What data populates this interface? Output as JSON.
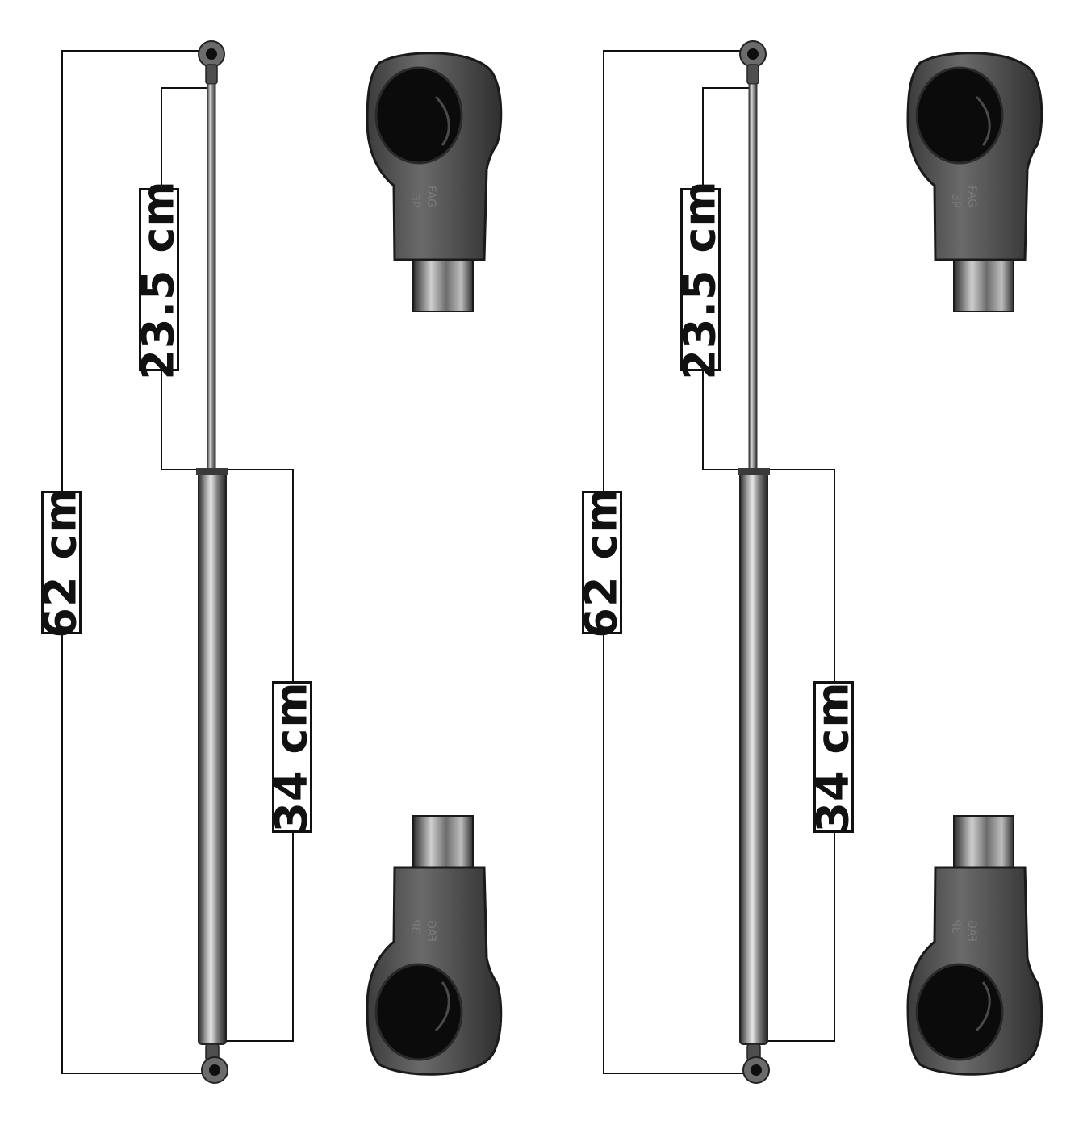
{
  "image": {
    "subject": "gas-spring-lift-supports",
    "colors": {
      "line": "#111111",
      "metal": "#555555",
      "background": "#ffffff"
    }
  },
  "struts": [
    {
      "total_length": "62 cm",
      "rod_length": "23.5 cm",
      "body_length": "34 cm"
    },
    {
      "total_length": "62 cm",
      "rod_length": "23.5 cm",
      "body_length": "34 cm"
    }
  ]
}
